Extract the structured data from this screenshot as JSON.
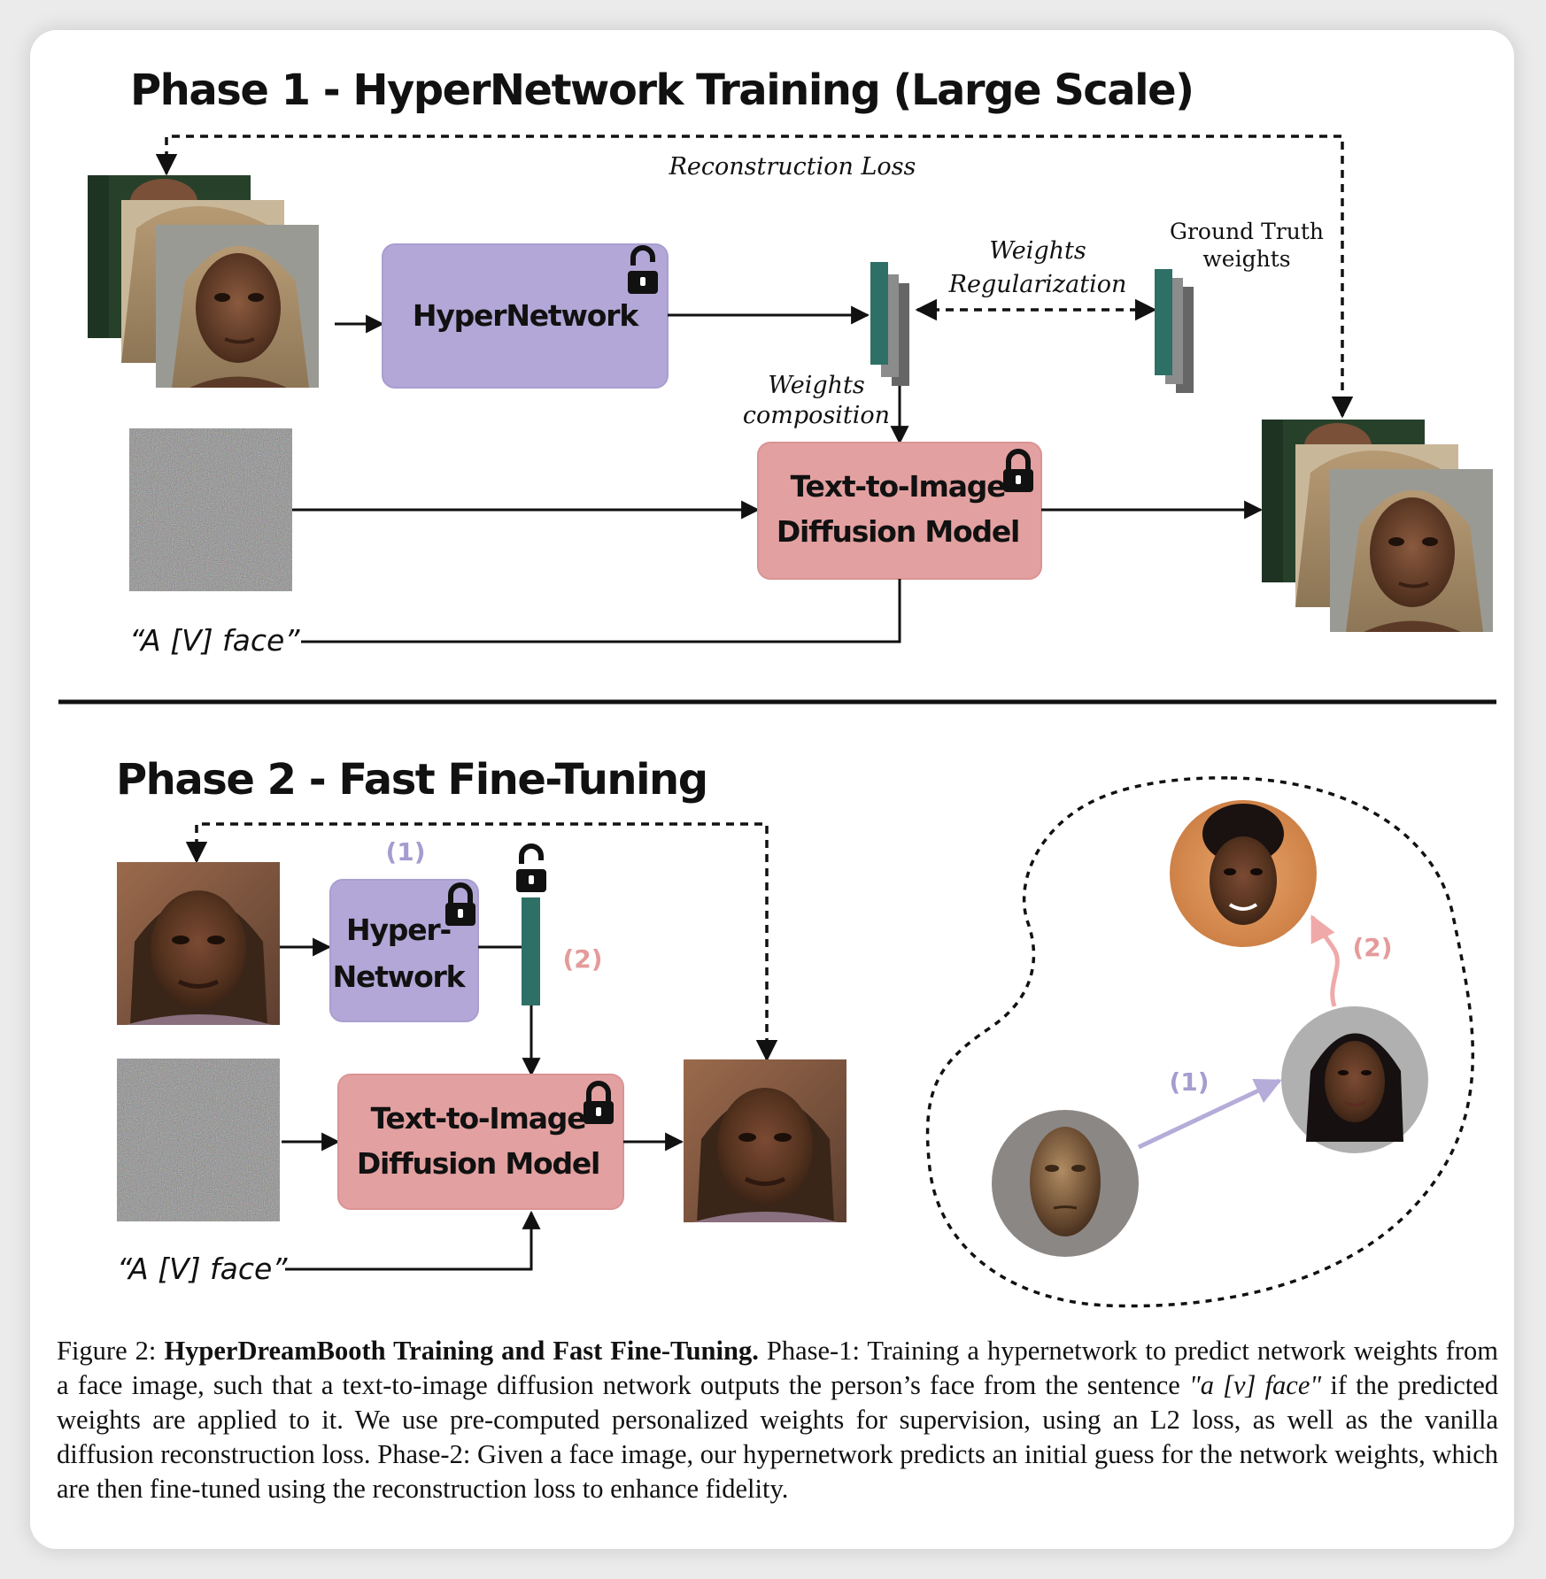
{
  "phase1": {
    "title": "Phase 1 - HyperNetwork Training (Large Scale)",
    "reconstruction_loss": "Reconstruction Loss",
    "hypernetwork": "HyperNetwork",
    "weights_regularization_1": "Weights",
    "weights_regularization_2": "Regularization",
    "ground_truth_1": "Ground Truth",
    "ground_truth_2": "weights",
    "weights_composition_1": "Weights",
    "weights_composition_2": "composition",
    "diffusion_1": "Text-to-Image",
    "diffusion_2": "Diffusion Model",
    "prompt": "“A [V] face”"
  },
  "phase2": {
    "title": "Phase 2 - Fast Fine-Tuning",
    "step1": "(1)",
    "step2": "(2)",
    "hyper_1": "Hyper-",
    "hyper_2": "Network",
    "diffusion_1": "Text-to-Image",
    "diffusion_2": "Diffusion Model",
    "prompt": "“A [V] face”",
    "space_step1": "(1)",
    "space_step2": "(2)"
  },
  "colors": {
    "hypernetwork_box": "#b2a7d6",
    "diffusion_box": "#e3a0a0",
    "weights_teal": "#2e7066",
    "purple_accent": "#a69ccf",
    "pink_accent": "#e59b9b"
  },
  "caption": {
    "label": "Figure 2:",
    "bold": "HyperDreamBooth Training and Fast Fine-Tuning.",
    "part1": "Phase-1: Training a hypernetwork to predict network weights from a face image, such that a text-to-image diffusion network outputs the person’s face from the sentence",
    "italic": "\"a [v] face\"",
    "part2": "if the predicted weights are applied to it. We use pre-computed personalized weights for supervision, using an L2 loss, as well as the vanilla diffusion reconstruction loss. Phase-2: Given a face image, our hypernetwork predicts an initial guess for the network weights, which are then fine-tuned using the reconstruction loss to enhance fidelity."
  }
}
